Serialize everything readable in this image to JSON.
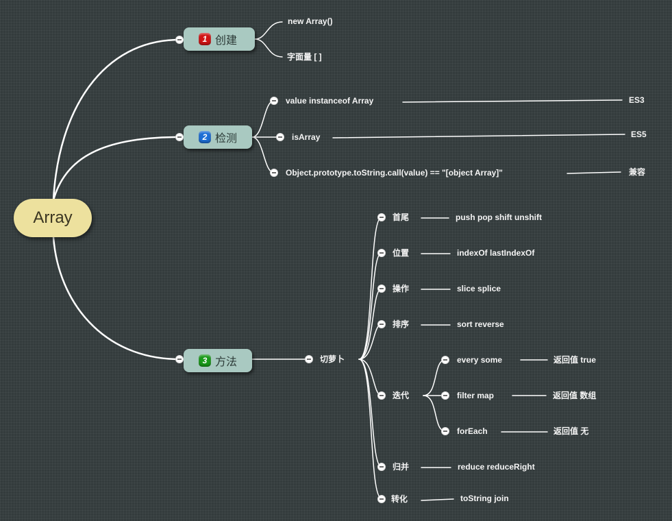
{
  "root": {
    "label": "Array"
  },
  "branches": {
    "create": {
      "num": "1",
      "label": "创建",
      "children": [
        "new Array()",
        "字面量 [ ]"
      ]
    },
    "detect": {
      "num": "2",
      "label": "检测",
      "items": [
        {
          "label": "value instanceof Array",
          "note": "ES3"
        },
        {
          "label": "isArray",
          "note": "ES5"
        },
        {
          "label": "Object.prototype.toString.call(value) == \"[object Array]\"",
          "note": "兼容"
        }
      ]
    },
    "methods": {
      "num": "3",
      "label": "方法",
      "mnemonic": "切萝卜",
      "groups": [
        {
          "label": "首尾",
          "value": "push pop shift unshift"
        },
        {
          "label": "位置",
          "value": "indexOf lastIndexOf"
        },
        {
          "label": "操作",
          "value": "slice splice"
        },
        {
          "label": "排序",
          "value": "sort reverse"
        },
        {
          "label": "迭代",
          "children": [
            {
              "label": "every some",
              "value": "返回值 true"
            },
            {
              "label": "filter map",
              "value": "返回值 数组"
            },
            {
              "label": "forEach",
              "value": "返回值 无"
            }
          ]
        },
        {
          "label": "归并",
          "value": "reduce reduceRight"
        },
        {
          "label": "转化",
          "value": "toString join"
        }
      ]
    }
  },
  "colors": {
    "background": "#343c3d",
    "root": "#ede19e",
    "branch": "#a9c9c1",
    "line": "#ffffff"
  }
}
